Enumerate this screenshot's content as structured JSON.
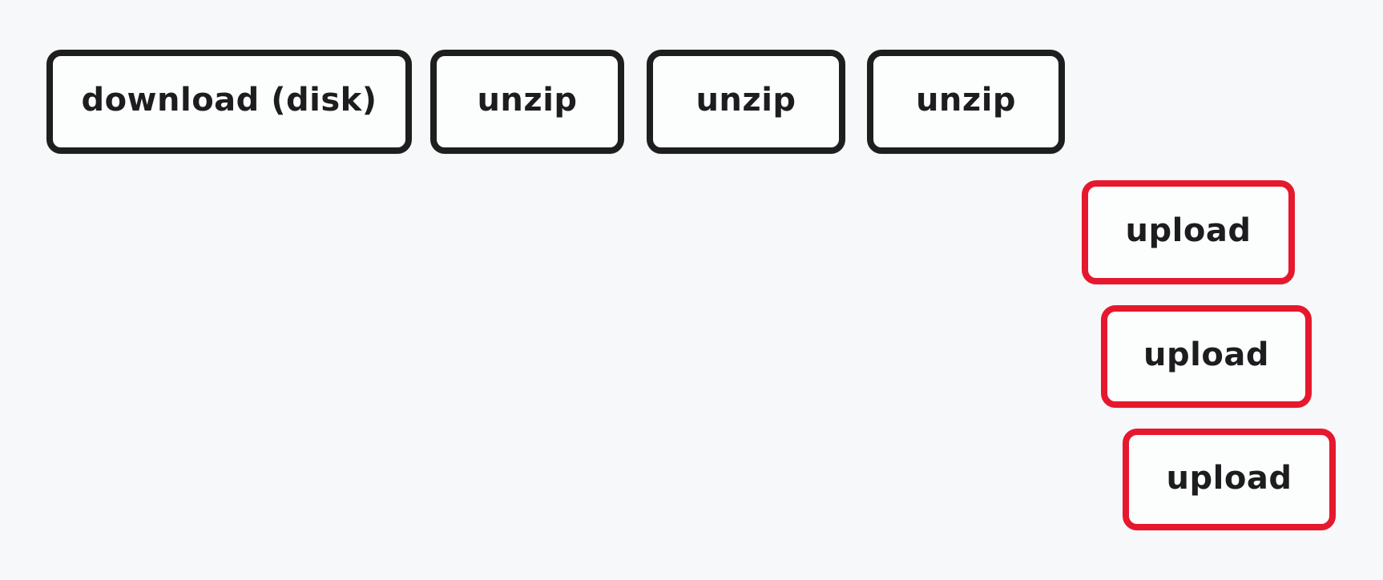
{
  "canvas": {
    "background_color": "#f7f8fa",
    "box_fill_color": "#fcfdfd",
    "text_color": "#1d1d1f"
  },
  "colors": {
    "task_default_stroke": "#1e1e1e",
    "task_highlight_stroke": "#e6182e"
  },
  "diagram": {
    "type": "task-trace",
    "tasks": [
      {
        "label": "download (disk)",
        "stroke": "#1e1e1e",
        "row": "top"
      },
      {
        "label": "unzip",
        "stroke": "#1e1e1e",
        "row": "top"
      },
      {
        "label": "unzip",
        "stroke": "#1e1e1e",
        "row": "top"
      },
      {
        "label": "unzip",
        "stroke": "#1e1e1e",
        "row": "top"
      },
      {
        "label": "upload",
        "stroke": "#e6182e",
        "row": "staggered"
      },
      {
        "label": "upload",
        "stroke": "#e6182e",
        "row": "staggered"
      },
      {
        "label": "upload",
        "stroke": "#e6182e",
        "row": "staggered"
      }
    ]
  }
}
